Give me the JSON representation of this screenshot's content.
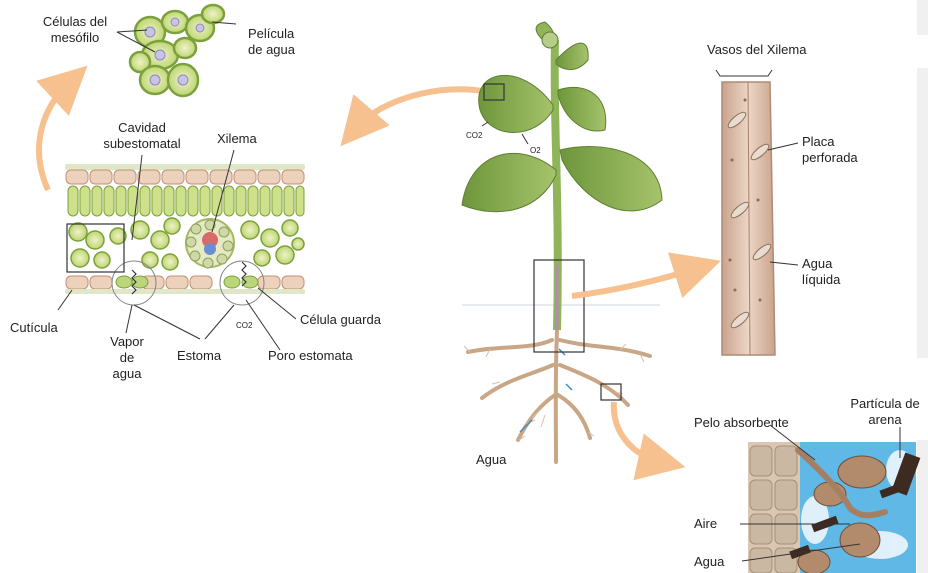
{
  "labels": {
    "celulas_mesofilo": [
      "Células del",
      "mesófilo"
    ],
    "pelicula_agua": [
      "Película",
      "de agua"
    ],
    "cavidad": [
      "Cavidad",
      "subestomatal"
    ],
    "xilema": "Xilema",
    "cuticula": "Cutícula",
    "vapor": [
      "Vapor",
      "de",
      "agua"
    ],
    "estoma": "Estoma",
    "poro": "Poro estomata",
    "celula_guarda": "Célula guarda",
    "co2_leaf": "CO2",
    "co2_plant": "CO2",
    "o2_plant": "O2",
    "vasos": "Vasos del Xilema",
    "placa": [
      "Placa",
      "perforada"
    ],
    "agua_liquida": [
      "Agua",
      "líquida"
    ],
    "agua_root": "Agua",
    "pelo": "Pelo absorbente",
    "particula": [
      "Partícula de",
      "arena"
    ],
    "aire": "Aire",
    "agua_soil": "Agua"
  },
  "colors": {
    "arrow": "#f6c08f",
    "leaf_green": "#7fa24a",
    "cell_green": "#c9dc7a",
    "cell_border": "#7aa13a",
    "epidermis": "#e9c7b0",
    "xylem_vessel": "#d9b8a2",
    "soil_water": "#5fb8e6",
    "root": "#c9a686",
    "stem": "#8fb45a"
  }
}
